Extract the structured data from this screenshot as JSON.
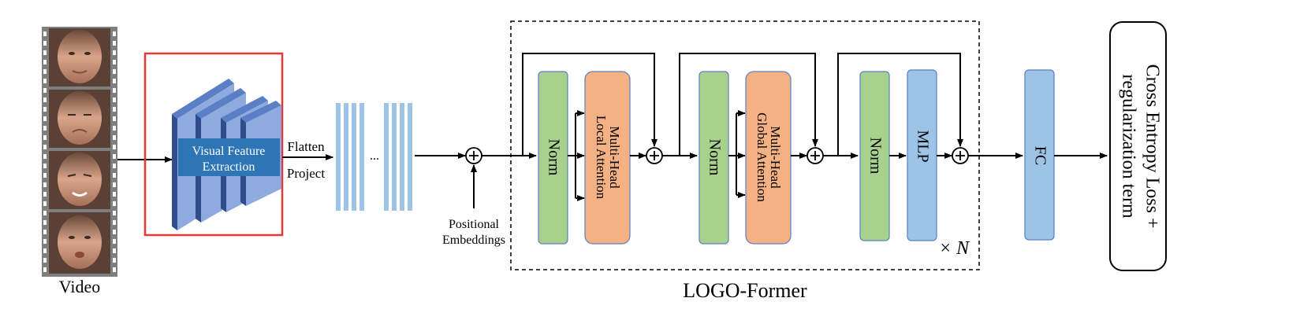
{
  "video": {
    "label": "Video"
  },
  "feature_extractor": {
    "label_line1": "Visual Feature",
    "label_line2": "Extraction"
  },
  "flatten": {
    "label": "Flatten"
  },
  "project": {
    "label": "Project"
  },
  "tokens": {
    "ellipsis": "..."
  },
  "positional": {
    "line1": "Positional",
    "line2": "Embeddings"
  },
  "logo_former": {
    "label": "LOGO-Former",
    "repeat_label": "× N",
    "block1": {
      "norm_label": "Norm",
      "attn_line1": "Multi-Head",
      "attn_line2": "Local Attention"
    },
    "block2": {
      "norm_label": "Norm",
      "attn_line1": "Multi-Head",
      "attn_line2": "Global Attention"
    },
    "block3": {
      "norm_label": "Norm",
      "mlp_label": "MLP"
    },
    "plus_symbol": "+"
  },
  "fc": {
    "label": "FC"
  },
  "loss": {
    "line1": "Cross Entropy Loss +",
    "line2": "regularization term"
  },
  "colors": {
    "norm_fill": "#a9d18e",
    "attn_fill": "#f4b183",
    "mlp_fill": "#9dc3e6",
    "fc_fill": "#9dc3e6",
    "token_fill": "#9dc3e6",
    "feature_box_border": "#e53935",
    "feature_label_fill": "#2e75b6"
  }
}
